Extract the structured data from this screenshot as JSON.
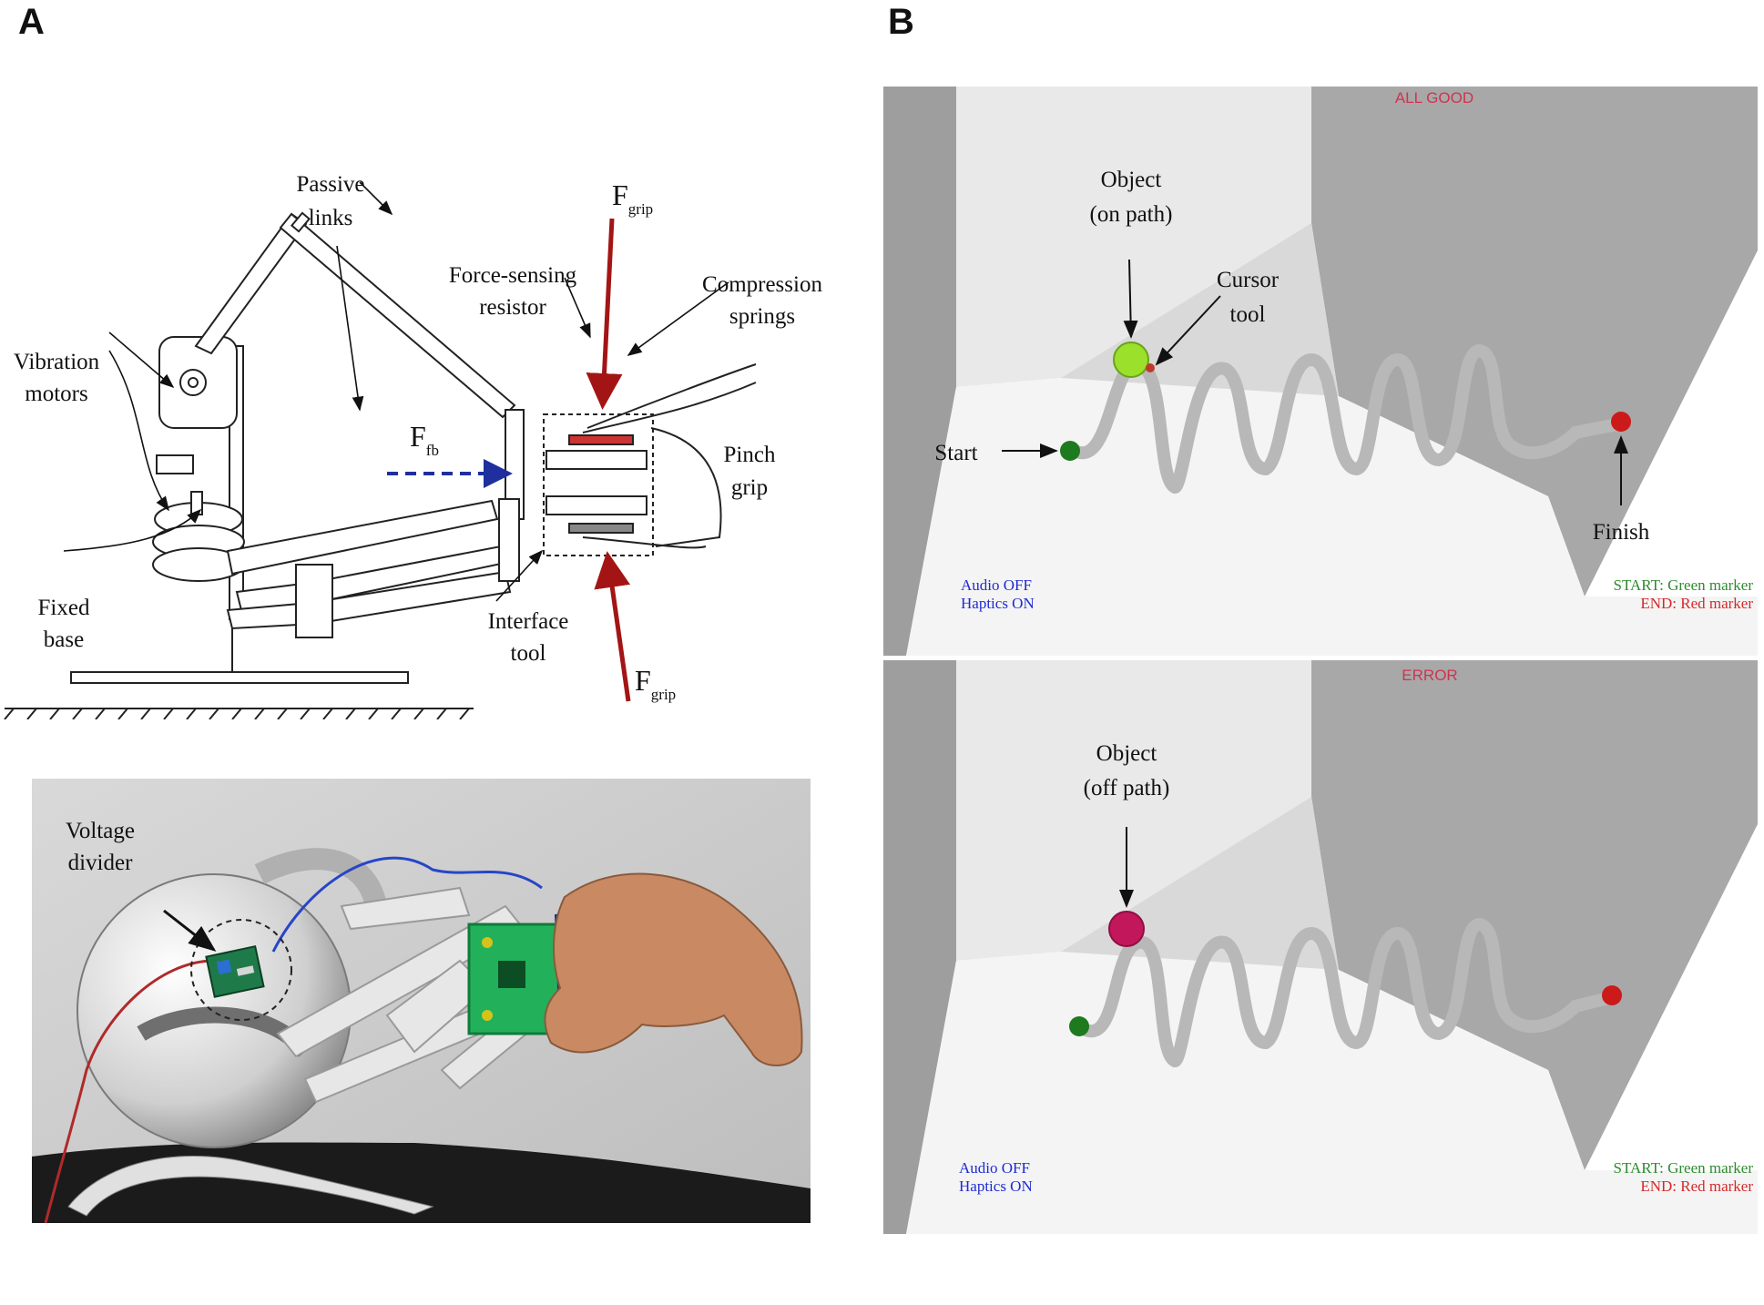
{
  "panels": {
    "a": "A",
    "b": "B"
  },
  "diagram": {
    "passive_links_1": "Passive",
    "passive_links_2": "links",
    "vibration_motors_1": "Vibration",
    "vibration_motors_2": "motors",
    "force_sensing_1": "Force-sensing",
    "force_sensing_2": "resistor",
    "compression_1": "Compression",
    "compression_2": "springs",
    "pinch_grip_1": "Pinch",
    "pinch_grip_2": "grip",
    "fixed_base_1": "Fixed",
    "fixed_base_2": "base",
    "interface_tool_1": "Interface",
    "interface_tool_2": "tool",
    "f_letter": "F",
    "f_fb_sub": "fb",
    "f_grip_sub": "grip"
  },
  "photo": {
    "voltage_divider_1": "Voltage",
    "voltage_divider_2": "divider"
  },
  "screens": {
    "top": {
      "status": "ALL GOOD",
      "object_1": "Object",
      "object_2": "(on path)",
      "cursor_1": "Cursor",
      "cursor_2": "tool",
      "start": "Start",
      "finish": "Finish",
      "audio": "Audio OFF",
      "haptics": "Haptics ON",
      "start_marker": "START: Green marker",
      "end_marker": "END: Red marker"
    },
    "bottom": {
      "status": "ERROR",
      "object_1": "Object",
      "object_2": "(off path)",
      "audio": "Audio OFF",
      "haptics": "Haptics ON",
      "start_marker": "START: Green marker",
      "end_marker": "END: Red marker"
    }
  },
  "colors": {
    "force_arrow": "#a31515",
    "feedback_arrow": "#1f2f9e",
    "green_marker": "#1e7a1e",
    "red_marker": "#cc1a1a",
    "object_ok": "#9be02a",
    "object_err": "#c2185b",
    "status_text": "#d0334f",
    "hud_blue": "#1f2bd1",
    "hud_green": "#2e8b2e",
    "hud_red": "#d42a2a"
  }
}
